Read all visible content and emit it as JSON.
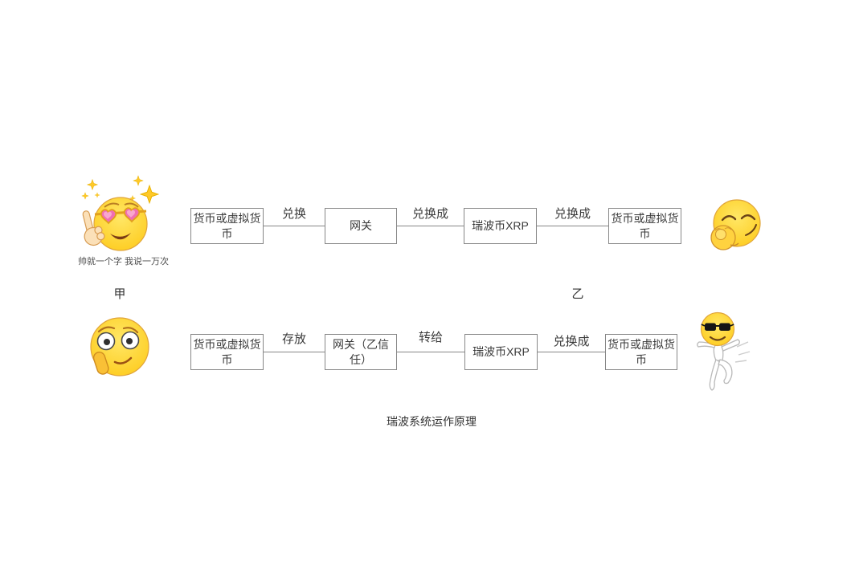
{
  "diagram": {
    "title": "瑞波系统运作原理",
    "party_a": "甲",
    "party_b": "乙",
    "top_left_caption": "帅就一个字 我说一万次"
  },
  "top_flow": {
    "boxes": [
      "货币或虚拟货币",
      "网关",
      "瑞波币XRP",
      "货币或虚拟货币"
    ],
    "links": [
      "兑换",
      "兑换成",
      "兑换成"
    ]
  },
  "bottom_flow": {
    "boxes": [
      "货币或虚拟货币",
      "网关（乙信任）",
      "瑞波币XRP",
      "货币或虚拟货币"
    ],
    "links": [
      "存放",
      "转给",
      "兑换成"
    ]
  },
  "emojis": {
    "top_left": "smiley-heart-sunglasses-pointing-with-sparkles",
    "top_right": "smiley-pointing-at-viewer",
    "bottom_left": "smiley-big-eyes-stroking-chin",
    "bottom_right": "smiley-sunglasses-kungfu-kick"
  },
  "colors": {
    "background": "#ffffff",
    "box_border": "#878787",
    "connector": "#878787",
    "text": "#3a3a3a",
    "caption": "#4d4d4d",
    "emoji_yellow": "#ffd43b",
    "heart_pink": "#f06eb2",
    "sparkle_gold": "#ffc928"
  }
}
